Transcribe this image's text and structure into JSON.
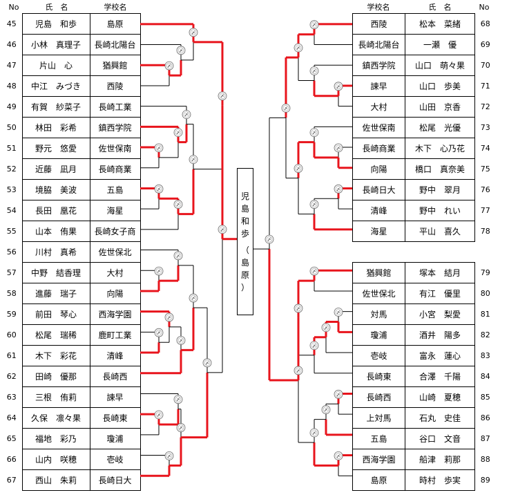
{
  "header": {
    "no": "No",
    "name": "氏　名",
    "school": "学校名"
  },
  "left_players": [
    {
      "no": "45",
      "name": "児島　和歩",
      "school": "島原"
    },
    {
      "no": "46",
      "name": "小林　真理子",
      "school": "長崎北陽台"
    },
    {
      "no": "47",
      "name": "片山　心",
      "school": "猶興館"
    },
    {
      "no": "48",
      "name": "中江　みづき",
      "school": "西陵"
    },
    {
      "no": "49",
      "name": "有賀　紗菜子",
      "school": "長崎工業"
    },
    {
      "no": "50",
      "name": "林田　彩希",
      "school": "鎮西学院"
    },
    {
      "no": "51",
      "name": "野元　悠愛",
      "school": "佐世保南"
    },
    {
      "no": "52",
      "name": "近藤　凪月",
      "school": "長崎商業"
    },
    {
      "no": "53",
      "name": "境脇　美波",
      "school": "五島"
    },
    {
      "no": "54",
      "name": "長田　凰花",
      "school": "海星"
    },
    {
      "no": "55",
      "name": "山本　侑果",
      "school": "長崎女子商"
    },
    {
      "no": "56",
      "name": "川村　真希",
      "school": "佐世保北"
    },
    {
      "no": "57",
      "name": "中野　結香理",
      "school": "大村"
    },
    {
      "no": "58",
      "name": "進藤　瑞子",
      "school": "向陽"
    },
    {
      "no": "59",
      "name": "前田　琴心",
      "school": "西海学園"
    },
    {
      "no": "60",
      "name": "松尾　瑞稀",
      "school": "鹿町工業"
    },
    {
      "no": "61",
      "name": "木下　彩花",
      "school": "清峰"
    },
    {
      "no": "62",
      "name": "田崎　優那",
      "school": "長崎西"
    },
    {
      "no": "63",
      "name": "三根　侑莉",
      "school": "諫早"
    },
    {
      "no": "64",
      "name": "久保　凛々果",
      "school": "長崎東"
    },
    {
      "no": "65",
      "name": "福地　彩乃",
      "school": "瓊浦"
    },
    {
      "no": "66",
      "name": "山内　咲穂",
      "school": "壱岐"
    },
    {
      "no": "67",
      "name": "西山　朱莉",
      "school": "長崎日大"
    }
  ],
  "right_players": [
    {
      "no": "68",
      "name": "松本　菜緒",
      "school": "西陵"
    },
    {
      "no": "69",
      "name": "一瀬　優",
      "school": "長崎北陽台"
    },
    {
      "no": "70",
      "name": "山口　萌々果",
      "school": "鎮西学院"
    },
    {
      "no": "71",
      "name": "山口　歩美",
      "school": "諫早"
    },
    {
      "no": "72",
      "name": "山田　京香",
      "school": "大村"
    },
    {
      "no": "73",
      "name": "松尾　光優",
      "school": "佐世保南"
    },
    {
      "no": "74",
      "name": "木下　心乃花",
      "school": "長崎商業"
    },
    {
      "no": "75",
      "name": "橋口　真奈美",
      "school": "向陽"
    },
    {
      "no": "76",
      "name": "野中　翠月",
      "school": "長崎日大"
    },
    {
      "no": "77",
      "name": "野中　れい",
      "school": "清峰"
    },
    {
      "no": "78",
      "name": "平山　喜久",
      "school": "海星"
    },
    {
      "no": "79",
      "name": "塚本　結月",
      "school": "猶興館"
    },
    {
      "no": "80",
      "name": "有江　優里",
      "school": "佐世保北"
    },
    {
      "no": "81",
      "name": "小宮　梨愛",
      "school": "対馬"
    },
    {
      "no": "82",
      "name": "酒井　陽多",
      "school": "瓊浦"
    },
    {
      "no": "83",
      "name": "富永　蓮心",
      "school": "壱岐"
    },
    {
      "no": "84",
      "name": "合澤　千陽",
      "school": "長崎東"
    },
    {
      "no": "85",
      "name": "山崎　夏穂",
      "school": "長崎西"
    },
    {
      "no": "86",
      "name": "石丸　史佳",
      "school": "上対馬"
    },
    {
      "no": "87",
      "name": "谷口　文音",
      "school": "五島"
    },
    {
      "no": "88",
      "name": "船津　莉那",
      "school": "西海学園"
    },
    {
      "no": "89",
      "name": "時村　歩実",
      "school": "島原"
    }
  ],
  "champion": {
    "name_chars": [
      "児",
      "島",
      "和",
      "歩"
    ],
    "school_chars": [
      "（",
      "島",
      "原",
      "）"
    ]
  },
  "colors": {
    "win_line": "#e8141c",
    "line": "#000000"
  },
  "result_mark": "〆"
}
